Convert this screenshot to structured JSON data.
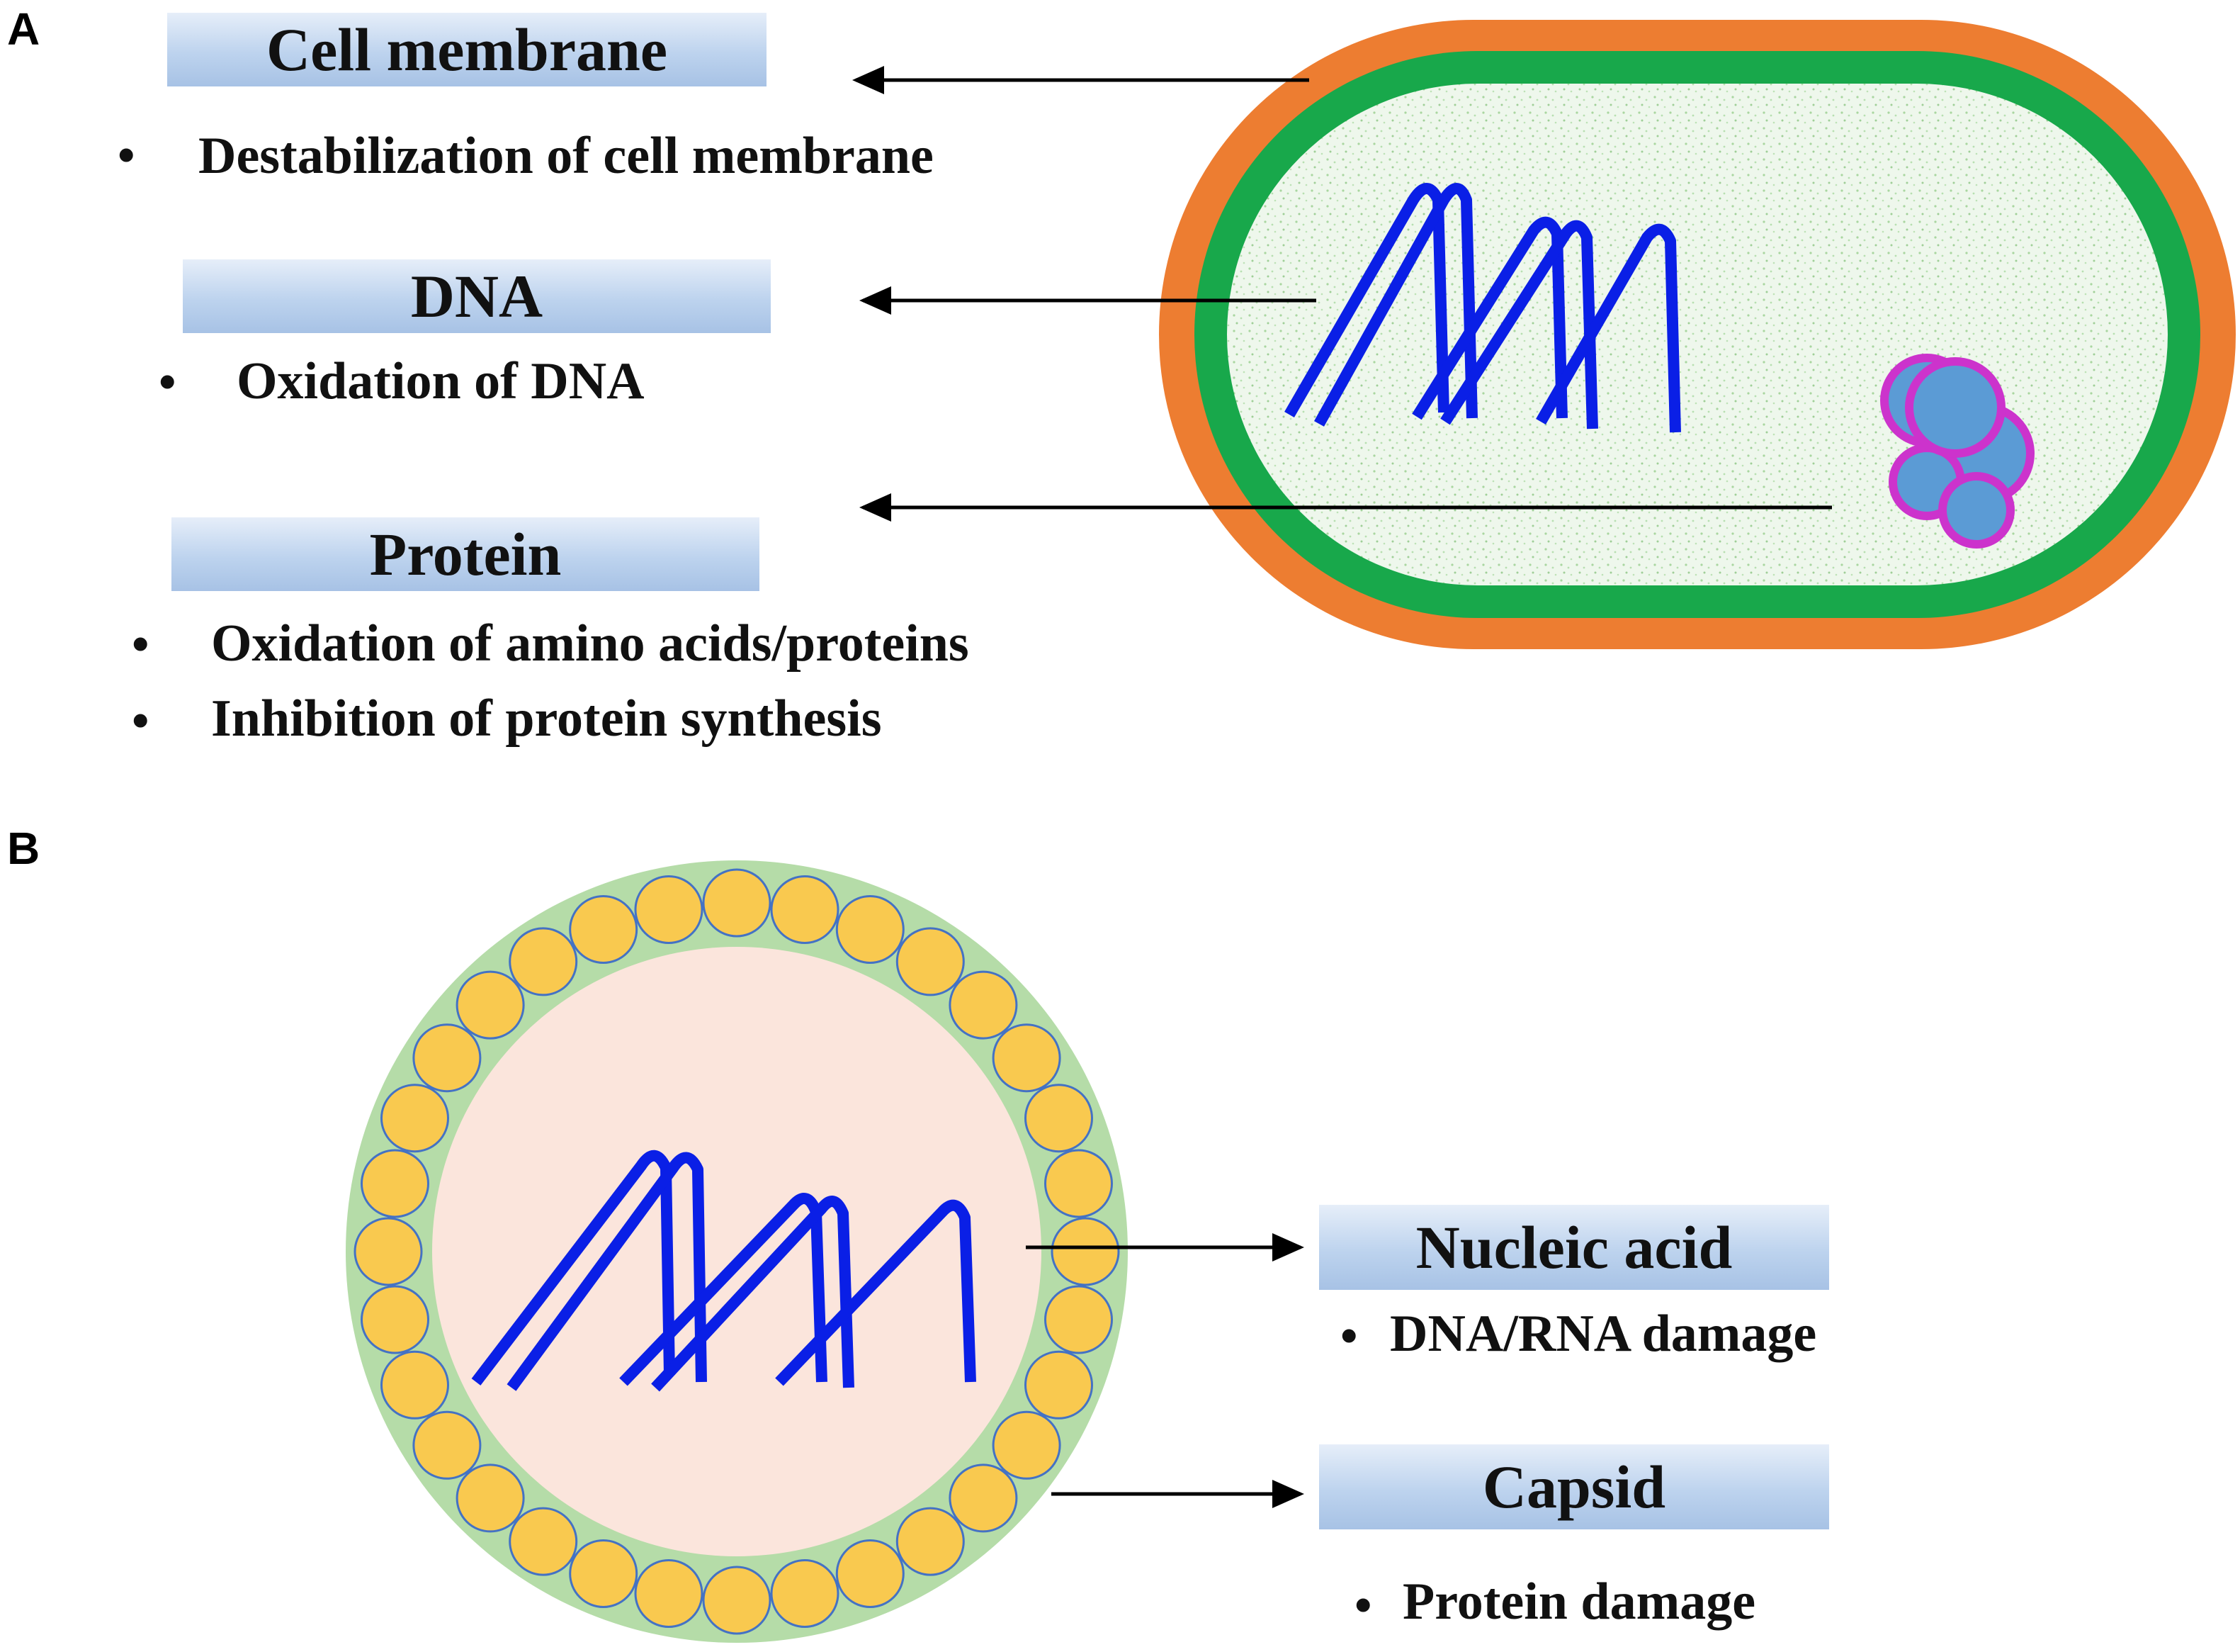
{
  "panel_a": {
    "label": "A",
    "sections": [
      {
        "title": "Cell membrane",
        "items": [
          "Destabilization of cell membrane"
        ]
      },
      {
        "title": "DNA",
        "items": [
          "Oxidation of DNA"
        ]
      },
      {
        "title": "Protein",
        "items": [
          "Oxidation of amino acids/proteins",
          "Inhibition of protein synthesis"
        ]
      }
    ]
  },
  "panel_b": {
    "label": "B",
    "sections": [
      {
        "title": "Nucleic acid",
        "items": [
          "DNA/RNA damage"
        ]
      },
      {
        "title": "Capsid",
        "items": [
          "Protein damage"
        ]
      }
    ]
  },
  "bullet_char": "•",
  "colors": {
    "bacterium_outer": "#ed7d31",
    "bacterium_membrane": "#18a84b",
    "cytoplasm": "#e8f4e6",
    "dna": "#0a1fe6",
    "protein_fill": "#5b9bd5",
    "protein_outline": "#cc33cc",
    "virus_envelope": "#b5dca8",
    "virus_interior": "#fbe5dc",
    "capsomere_fill": "#f9c94f",
    "capsomere_outline": "#4472c4"
  }
}
